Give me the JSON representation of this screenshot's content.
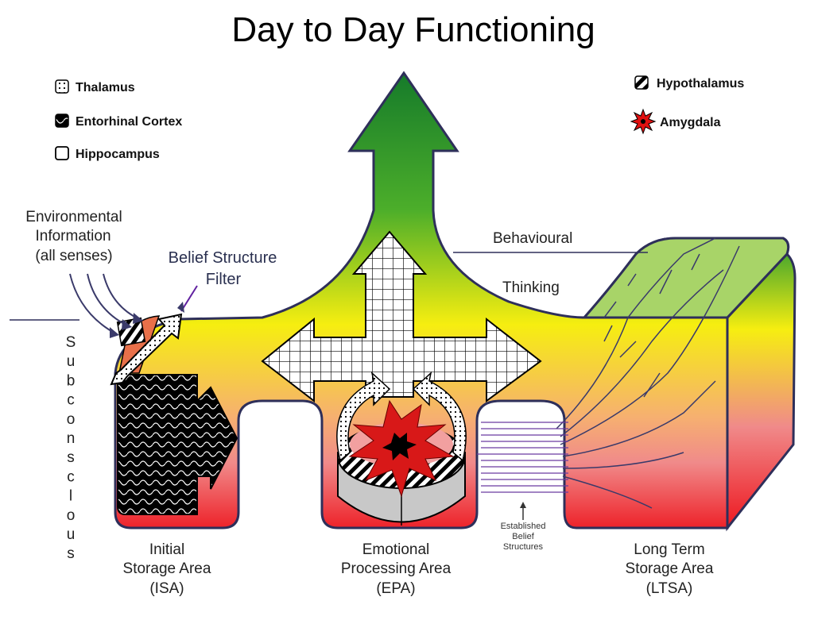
{
  "title": "Day to Day Functioning",
  "legend_left": [
    {
      "label": "Thalamus",
      "icon": "dotted-square-icon"
    },
    {
      "label": "Entorhinal Cortex",
      "icon": "black-marbled-square-icon"
    },
    {
      "label": "Hippocampus",
      "icon": "white-square-icon"
    }
  ],
  "legend_right": [
    {
      "label": "Hypothalamus",
      "icon": "striped-square-icon"
    },
    {
      "label": "Amygdala",
      "icon": "red-starburst-icon"
    }
  ],
  "labels": {
    "environmental": [
      "Environmental",
      "Information",
      "(all senses)"
    ],
    "belief_filter": [
      "Belief Structure",
      "Filter"
    ],
    "behavioural": "Behavioural",
    "thinking": "Thinking",
    "subconscious": [
      "S",
      "u",
      "b",
      "c",
      "o",
      "n",
      "s",
      "c",
      "l",
      "o",
      "u",
      "s"
    ],
    "established": [
      "Established",
      "Belief",
      "Structures"
    ],
    "isa": [
      "Initial",
      "Storage Area",
      "(ISA)"
    ],
    "epa": [
      "Emotional",
      "Processing Area",
      "(EPA)"
    ],
    "ltsa": [
      "Long Term",
      "Storage Area",
      "(LTSA)"
    ]
  },
  "colors": {
    "green": "#1a7a2a",
    "yellow": "#f5ee10",
    "red": "#ee1c24",
    "purple": "#6a3aa0",
    "outline": "#2e2f5a"
  }
}
